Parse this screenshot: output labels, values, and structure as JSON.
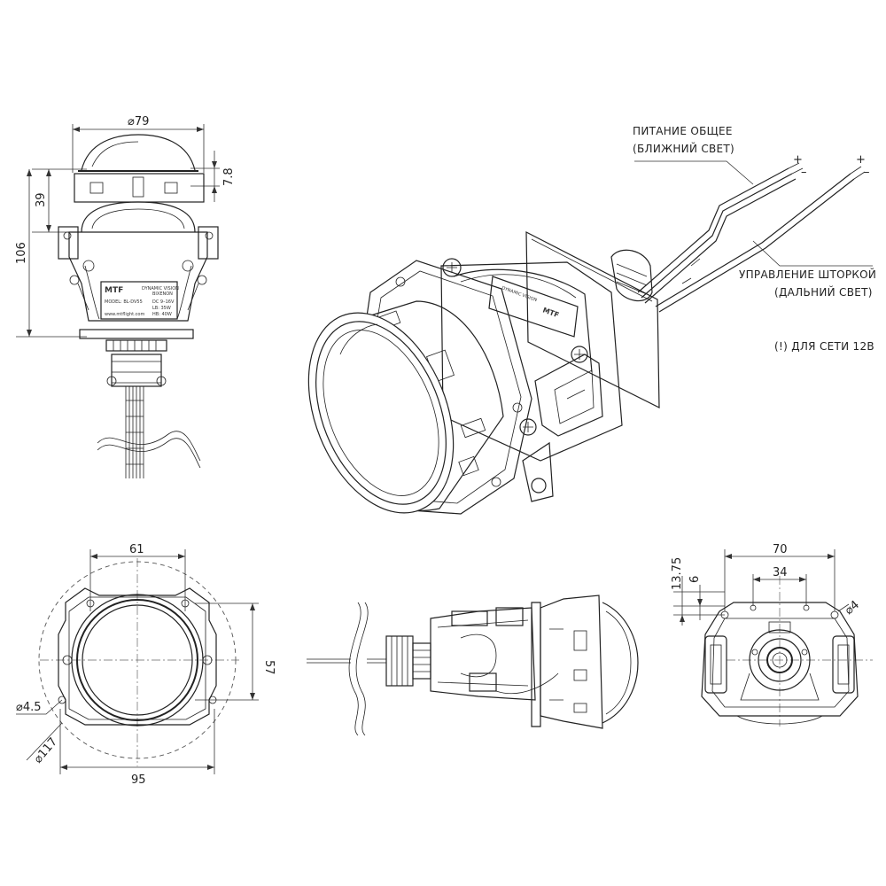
{
  "dimensions": {
    "front_diameter": "⌀79",
    "front_lip": "7.8",
    "front_top_height": "39",
    "front_total_height": "106",
    "bezel_hole_spacing": "61",
    "bezel_vertical_spacing": "57",
    "bezel_hole_diameter": "⌀4.5",
    "bezel_circle_diameter": "⌀117",
    "bezel_width": "95",
    "rear_width": "70",
    "rear_inner_spacing": "34",
    "rear_offset_large": "13.75",
    "rear_offset_small": "6",
    "rear_hole_diameter": "⌀4"
  },
  "labels": {
    "power_line1": "ПИТАНИЕ ОБЩЕЕ",
    "power_line2": "(БЛИЖНИЙ СВЕТ)",
    "shutter_line1": "УПРАВЛЕНИЕ ШТОРКОЙ",
    "shutter_line2": "(ДАЛЬНИЙ СВЕТ)",
    "network_note": "(!) ДЛЯ СЕТИ 12В",
    "polarity_plus": "+",
    "polarity_minus": "–"
  },
  "product_label": {
    "brand": "MTF",
    "series": "DYNAMIC VISION",
    "subseries": "BIXENON",
    "model": "MODEL: BL-DV55",
    "voltage": "DC 9–16V",
    "power": "LB: 35W",
    "power_hb": "HB: 40W",
    "site": "www.mtflight.com"
  },
  "colors": {
    "line": "#222222",
    "background": "#ffffff"
  }
}
